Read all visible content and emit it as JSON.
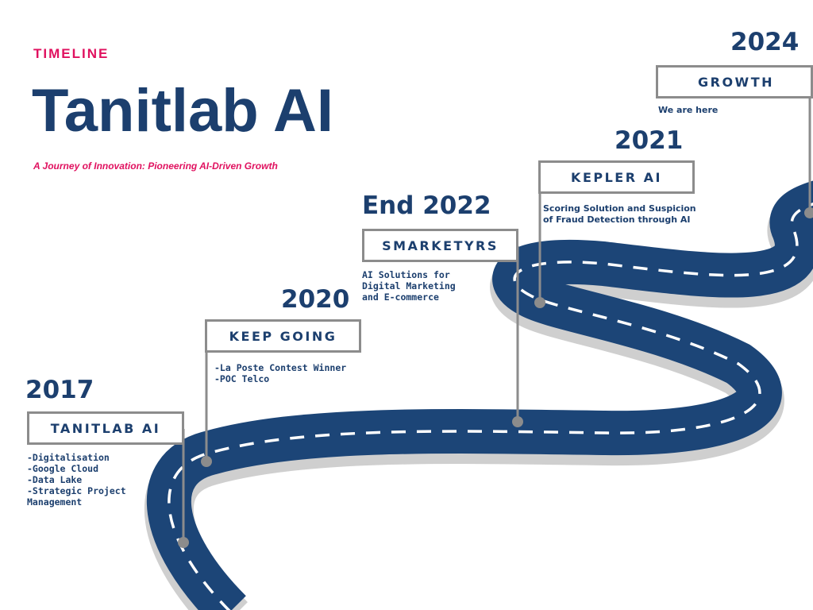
{
  "header": {
    "kicker": "TIMELINE",
    "title": "Tanitlab AI",
    "subtitle": "A Journey of Innovation: Pioneering AI-Driven Growth"
  },
  "milestones": [
    {
      "year": "2017",
      "label": "TANITLAB AI",
      "lines": [
        "-Digitalisation",
        "-Google Cloud",
        "-Data Lake",
        "-Strategic Project",
        "Management"
      ]
    },
    {
      "year": "2020",
      "label": "KEEP GOING",
      "lines": [
        "-La Poste Contest Winner",
        "-POC Telco"
      ]
    },
    {
      "year": "End 2022",
      "label": "SMARKETYRS",
      "lines": [
        "AI Solutions for",
        "Digital Marketing",
        "and E-commerce"
      ]
    },
    {
      "year": "2021",
      "label": "KEPLER AI",
      "lines": [
        "Scoring Solution and Suspicion",
        "of Fraud Detection through AI"
      ]
    },
    {
      "year": "2024",
      "label": "GROWTH",
      "lines": [
        "We are here"
      ]
    }
  ],
  "colors": {
    "road": "#1c4577",
    "road_shadow": "#cfcfcf",
    "pole": "#8c8c8c",
    "accent": "#e0115f",
    "text": "#1c3f6e"
  }
}
